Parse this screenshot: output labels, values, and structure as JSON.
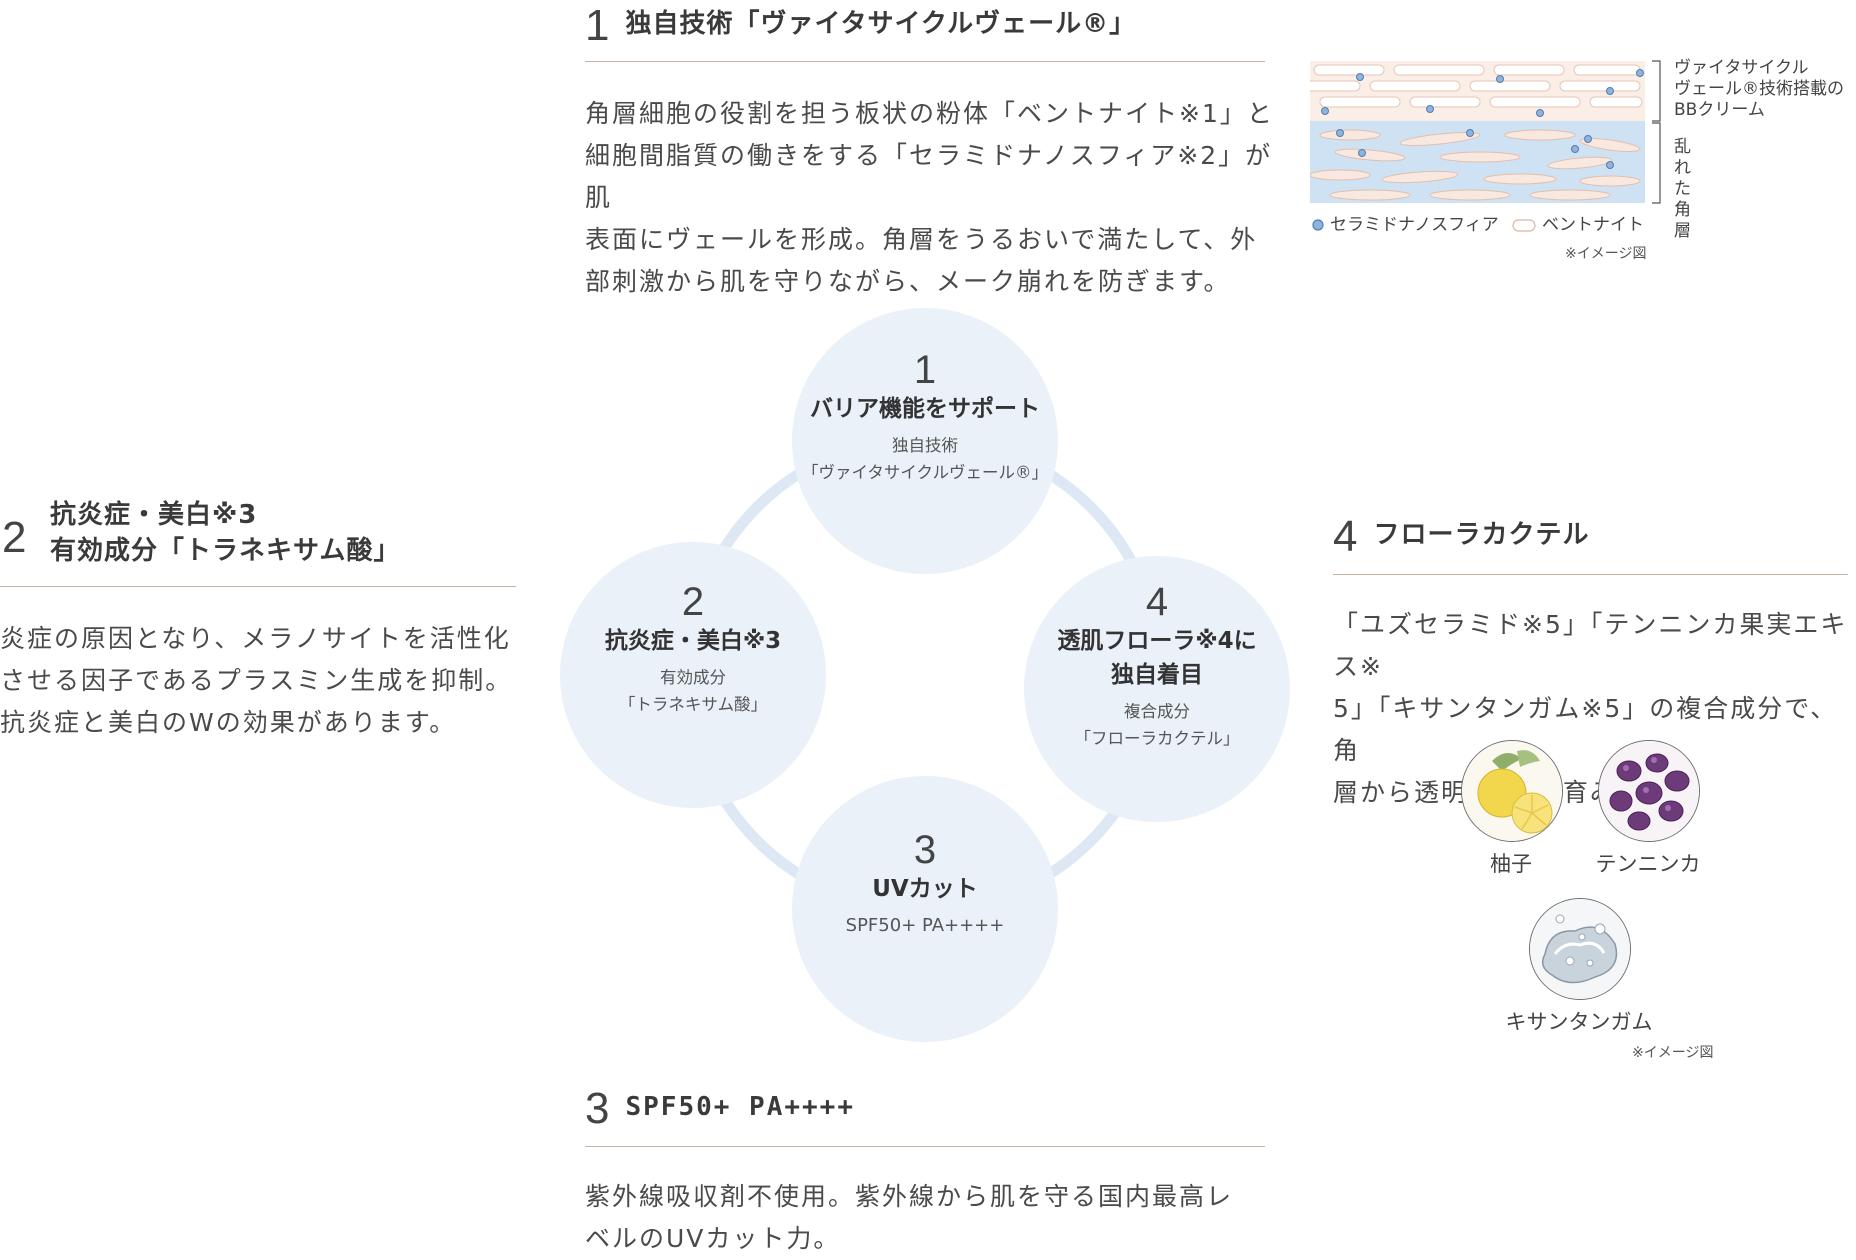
{
  "sections": {
    "s1": {
      "num": "1",
      "title": "独自技術「ヴァイタサイクルヴェール®」",
      "body": [
        "角層細胞の役割を担う板状の粉体「ベントナイト※1」と",
        "細胞間脂質の働きをする「セラミドナノスフィア※2」が肌",
        "表面にヴェールを形成。角層をうるおいで満たして、外",
        "部刺激から肌を守りながら、メーク崩れを防ぎます。"
      ]
    },
    "s2": {
      "num": "2",
      "title_line1": "抗炎症・美白※3",
      "title_line2": "有効成分「トラネキサム酸」",
      "body": [
        "炎症の原因となり、メラノサイトを活性化",
        "させる因子であるプラスミン生成を抑制。",
        "抗炎症と美白のWの効果があります。"
      ]
    },
    "s3": {
      "num": "3",
      "title": "SPF50+ PA++++",
      "body": [
        "紫外線吸収剤不使用。紫外線から肌を守る国内最高レ",
        "ベルのUVカット力。"
      ]
    },
    "s4": {
      "num": "4",
      "title": "フローラカクテル",
      "body": [
        "「ユズセラミド※5」「テンニンカ果実エキス※",
        "5」「キサンタンガム※5」の複合成分で、角",
        "層から透明感※6を育みます。"
      ]
    }
  },
  "diagram": {
    "b1": {
      "num": "1",
      "title": "バリア機能をサポート",
      "sub1": "独自技術",
      "sub2": "「ヴァイタサイクルヴェール®」"
    },
    "b2": {
      "num": "2",
      "title": "抗炎症・美白※3",
      "sub1": "有効成分",
      "sub2": "「トラネキサム酸」"
    },
    "b3": {
      "num": "3",
      "title": "UVカット",
      "sub1": "SPF50+ PA++++"
    },
    "b4": {
      "num": "4",
      "title1": "透肌フローラ※4に",
      "title2": "独自着目",
      "sub1": "複合成分",
      "sub2": "「フローラカクテル」"
    }
  },
  "skin_diagram": {
    "bracket_top": [
      "ヴァイタサイクル",
      "ヴェール®技術搭載の",
      "BBクリーム"
    ],
    "bracket_bottom": [
      "乱",
      "れ",
      "た",
      "角",
      "層"
    ],
    "legend_ceramide": "セラミドナノスフィア",
    "legend_bentonite": "ベントナイト",
    "note": "※イメージ図"
  },
  "ingredients": {
    "yuzu": "柚子",
    "tenninka": "テンニンカ",
    "xanthan": "キサンタンガム",
    "note": "※イメージ図"
  }
}
